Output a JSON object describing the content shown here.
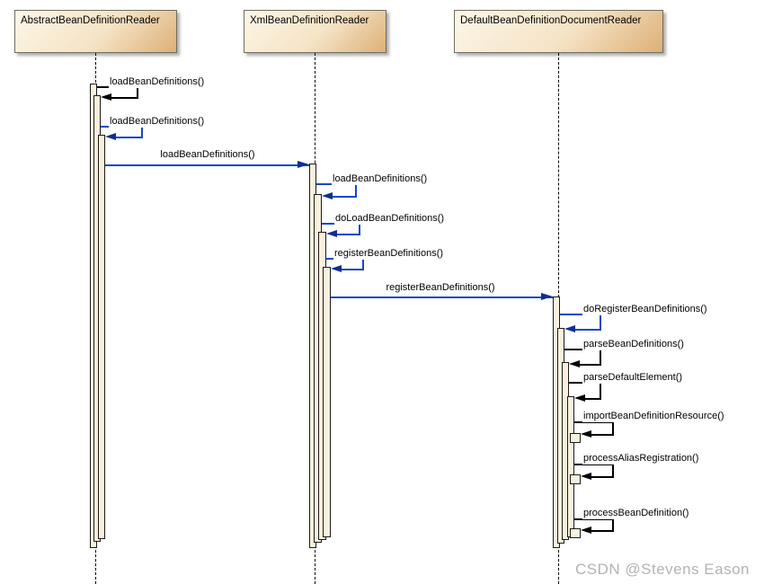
{
  "diagram_type": "uml-sequence-diagram",
  "actors": [
    {
      "name": "AbstractBeanDefinitionReader"
    },
    {
      "name": "XmlBeanDefinitionReader"
    },
    {
      "name": "DefaultBeanDefinitionDocumentReader"
    }
  ],
  "messages": {
    "self_l1": [
      {
        "label": "loadBeanDefinitions()",
        "color": "black"
      },
      {
        "label": "loadBeanDefinitions()",
        "color": "blue"
      }
    ],
    "call_l1_l2": {
      "label": "loadBeanDefinitions()",
      "color": "blue"
    },
    "self_l2": [
      {
        "label": "loadBeanDefinitions()",
        "color": "blue"
      },
      {
        "label": "doLoadBeanDefinitions()",
        "color": "blue"
      },
      {
        "label": "registerBeanDefinitions()",
        "color": "blue"
      }
    ],
    "call_l2_l3": {
      "label": "registerBeanDefinitions()",
      "color": "blue"
    },
    "self_l3": [
      {
        "label": "doRegisterBeanDefinitions()",
        "color": "blue"
      },
      {
        "label": "parseBeanDefinitions()",
        "color": "black"
      },
      {
        "label": "parseDefaultElement()",
        "color": "black"
      },
      {
        "label": "importBeanDefinitionResource()",
        "color": "black"
      },
      {
        "label": "processAliasRegistration()",
        "color": "black"
      },
      {
        "label": "processBeanDefinition()",
        "color": "black"
      }
    ]
  },
  "watermark": {
    "text": "CSDN @Stevens Eason"
  },
  "colors": {
    "message_blue": "#1149c4",
    "message_black": "#000000",
    "arrowhead_navy": "#0f2f8e",
    "activation_fill": "#faf0dc",
    "actor_gradient_light": "#fdf6e8",
    "actor_gradient_dark": "#ddb077",
    "watermark_gray": "#b3b3b3",
    "background": "#ffffff"
  }
}
